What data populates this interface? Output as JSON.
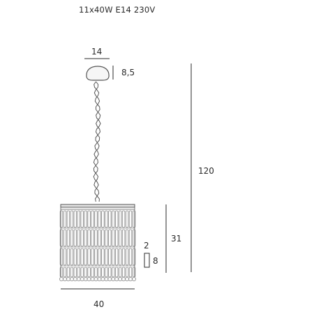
{
  "spec": {
    "text": "11x40W E14 230V"
  },
  "dimensions": {
    "canopy_width": "14",
    "canopy_height": "8,5",
    "total_height": "120",
    "shade_height": "31",
    "crystal_width": "2",
    "crystal_height": "8",
    "shade_width": "40"
  },
  "colors": {
    "line": "#2a2a2a",
    "lamp": "#555555",
    "crystal": "#8a8a8a"
  }
}
